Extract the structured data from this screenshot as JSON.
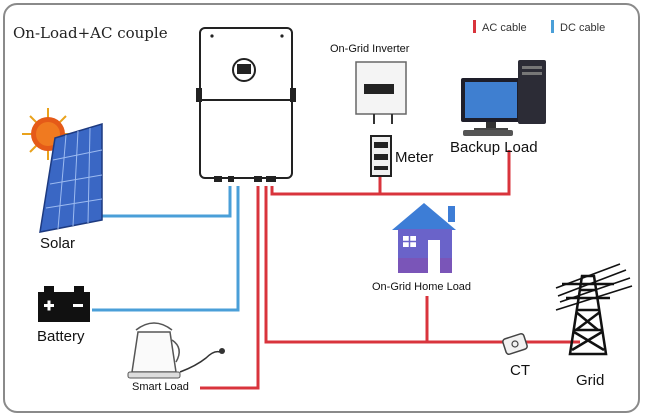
{
  "diagram": {
    "title": "On-Load+AC couple",
    "legend": {
      "ac_label": "AC cable",
      "dc_label": "DC cable",
      "ac_color": "#d9343c",
      "dc_color": "#4a9fd8"
    },
    "labels": {
      "on_grid_inverter": "On-Grid Inverter",
      "meter": "Meter",
      "backup_load": "Backup Load",
      "solar": "Solar",
      "battery": "Battery",
      "on_grid_home_load": "On-Grid Home Load",
      "smart_load": "Smart Load",
      "ct": "CT",
      "grid": "Grid"
    }
  }
}
